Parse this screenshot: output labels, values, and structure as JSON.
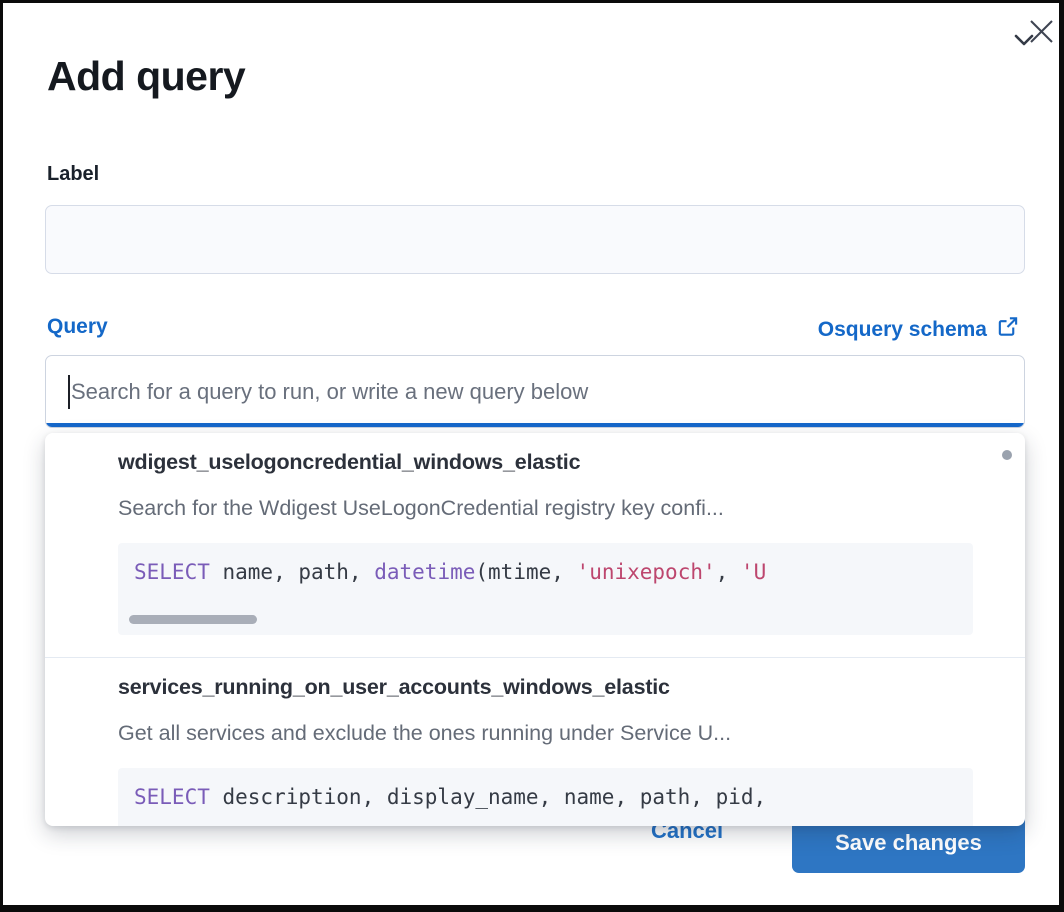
{
  "modal": {
    "title": "Add query",
    "label_field": {
      "label": "Label",
      "value": ""
    },
    "query_field": {
      "label": "Query",
      "schema_link_label": "Osquery schema",
      "placeholder": "Search for a query to run, or write a new query below",
      "value": ""
    },
    "dropdown": {
      "options": [
        {
          "title": "wdigest_uselogoncredential_windows_elastic",
          "description": "Search for the Wdigest UseLogonCredential registry key confi...",
          "code_tokens": [
            {
              "text": "SELECT",
              "type": "keyword"
            },
            {
              "text": " name, path, ",
              "type": "plain"
            },
            {
              "text": "datetime",
              "type": "function"
            },
            {
              "text": "(mtime, ",
              "type": "plain"
            },
            {
              "text": "'unixepoch'",
              "type": "string"
            },
            {
              "text": ", ",
              "type": "plain"
            },
            {
              "text": "'U",
              "type": "string"
            }
          ]
        },
        {
          "title": "services_running_on_user_accounts_windows_elastic",
          "description": "Get all services and exclude the ones running under Service U...",
          "code_tokens": [
            {
              "text": "SELECT",
              "type": "keyword"
            },
            {
              "text": " description, display_name, name, path, pid,",
              "type": "plain"
            }
          ]
        }
      ]
    },
    "footer": {
      "cancel_label": "Cancel",
      "save_label": "Save changes"
    },
    "icons": {
      "close": "close-icon",
      "external_link": "external-link-icon",
      "chevron_down": "chevron-down-icon"
    },
    "colors": {
      "primary_blue": "#1468c8",
      "focus_underline": "#1668cb",
      "save_button": "#2e76c3",
      "code_keyword": "#7a5cb8",
      "code_string": "#bd466e",
      "code_background": "#f5f7fa",
      "title_text": "#15191f",
      "description_text": "#646b77"
    }
  }
}
